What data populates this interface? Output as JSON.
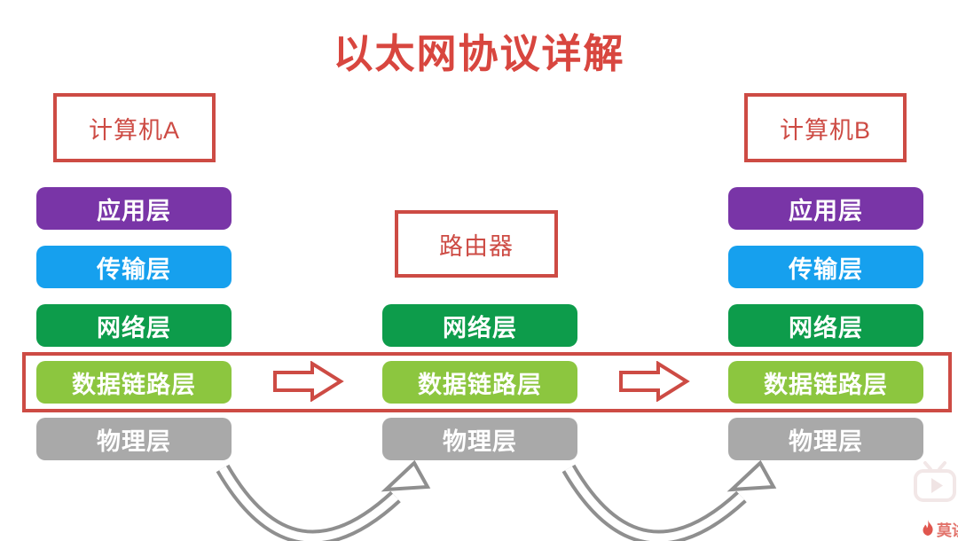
{
  "title": "以太网协议详解",
  "nodes": {
    "computer_a": "计算机A",
    "router": "路由器",
    "computer_b": "计算机B"
  },
  "stacks": [
    {
      "name": "computer-a-stack",
      "layers": [
        "应用层",
        "传输层",
        "网络层",
        "数据链路层",
        "物理层"
      ]
    },
    {
      "name": "router-stack",
      "layers": [
        "网络层",
        "数据链路层",
        "物理层"
      ]
    },
    {
      "name": "computer-b-stack",
      "layers": [
        "应用层",
        "传输层",
        "网络层",
        "数据链路层",
        "物理层"
      ]
    }
  ],
  "colors": {
    "title_red": "#d8463f",
    "frame_red": "#cd4b44",
    "application_purple": "#7935a7",
    "transport_blue": "#16a0ee",
    "network_green": "#0d9c4b",
    "datalink_green": "#8cc63f",
    "physical_gray": "#a9a9a9",
    "curve_gray": "#8f8f8f"
  },
  "watermark": {
    "text": "莫讲"
  }
}
